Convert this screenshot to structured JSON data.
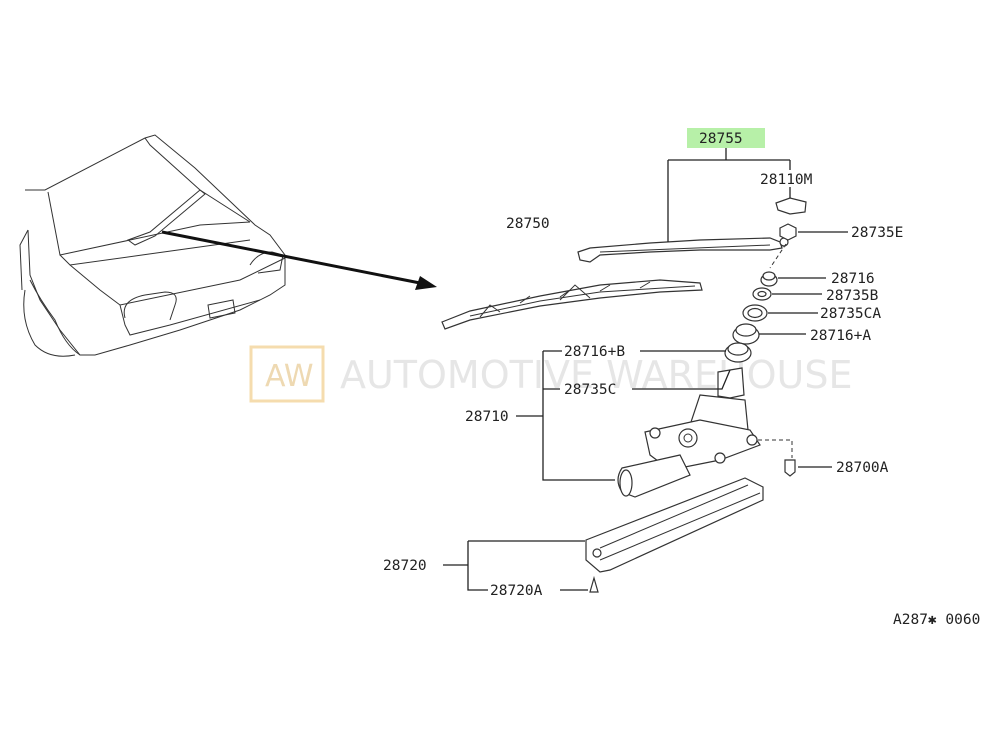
{
  "watermark": {
    "logo_text": "AW",
    "brand_text": "AUTOMOTIVE WAREHOUSE"
  },
  "highlight_color": "#b7f0a8",
  "labels": {
    "p28755": "28755",
    "p28110M": "28110M",
    "p28735E": "28735E",
    "p28750": "28750",
    "p28716": "28716",
    "p28735B": "28735B",
    "p28735CA": "28735CA",
    "p28716A": "28716+A",
    "p28716B": "28716+B",
    "p28735C": "28735C",
    "p28710": "28710",
    "p28700A": "28700A",
    "p28720": "28720",
    "p28720A": "28720A"
  },
  "diagram_code": "A287✱ 0060"
}
